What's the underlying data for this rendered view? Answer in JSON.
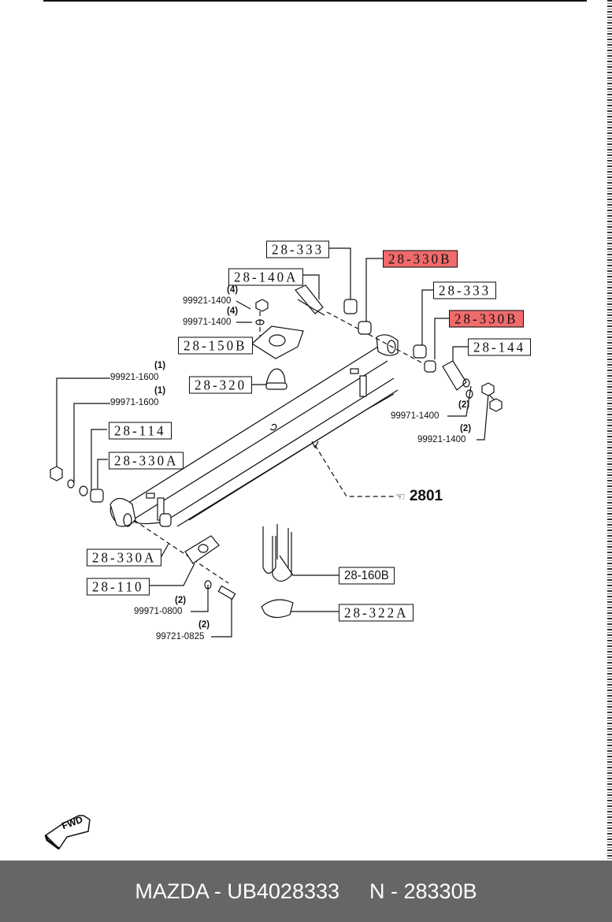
{
  "diagram": {
    "title": "Rear leaf spring assembly",
    "highlight_color": "#f06b6b",
    "callouts": [
      {
        "id": "c-28-333-a",
        "text": "28-333",
        "highlighted": false
      },
      {
        "id": "c-28-330b-a",
        "text": "28-330B",
        "highlighted": true
      },
      {
        "id": "c-28-140a",
        "text": "28-140A",
        "highlighted": false
      },
      {
        "id": "c-28-333-b",
        "text": "28-333",
        "highlighted": false
      },
      {
        "id": "c-28-330b-b",
        "text": "28-330B",
        "highlighted": true
      },
      {
        "id": "c-28-150b",
        "text": "28-150B",
        "highlighted": false
      },
      {
        "id": "c-28-144",
        "text": "28-144",
        "highlighted": false
      },
      {
        "id": "c-28-320",
        "text": "28-320",
        "highlighted": false
      },
      {
        "id": "c-28-114",
        "text": "28-114",
        "highlighted": false
      },
      {
        "id": "c-28-330a-a",
        "text": "28-330A",
        "highlighted": false
      },
      {
        "id": "c-28-330a-b",
        "text": "28-330A",
        "highlighted": false
      },
      {
        "id": "c-28-110",
        "text": "28-110",
        "highlighted": false
      },
      {
        "id": "c-28-160b",
        "text": "28-160B",
        "highlighted": false
      },
      {
        "id": "c-28-322a",
        "text": "28-322A",
        "highlighted": false
      }
    ],
    "hardware": [
      {
        "qty": "(4)",
        "part": "99921-1400"
      },
      {
        "qty": "(4)",
        "part": "99971-1400"
      },
      {
        "qty": "(1)",
        "part": "99921-1600"
      },
      {
        "qty": "(1)",
        "part": "99971-1600"
      },
      {
        "qty": "(2)",
        "part": "99971-1400"
      },
      {
        "qty": "(2)",
        "part": "99921-1400"
      },
      {
        "qty": "(2)",
        "part": "99971-0800"
      },
      {
        "qty": "(2)",
        "part": "99721-0825"
      }
    ],
    "assembly_ref": "2801",
    "fwd_label": "FWD"
  },
  "footer": {
    "brand": "MAZDA - UB4028333",
    "part_number": "N - 28330B",
    "background": "#666666"
  }
}
